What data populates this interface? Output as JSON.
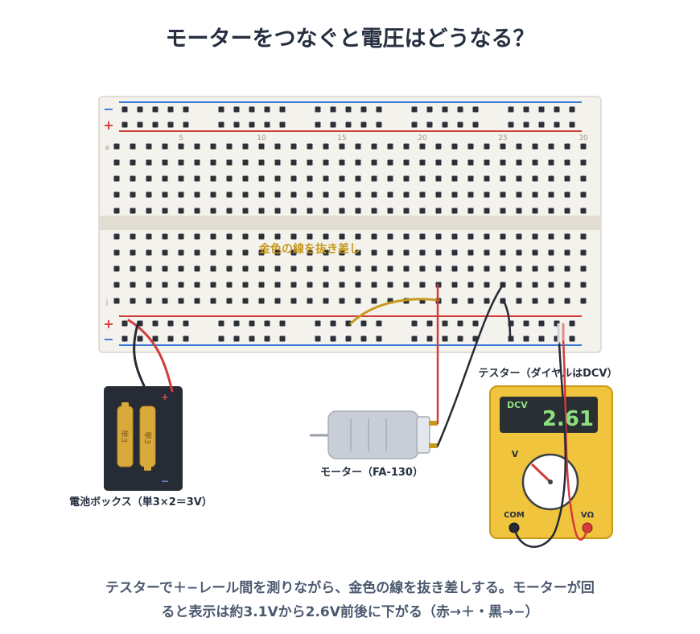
{
  "title": "モーターをつなぐと電圧はどうなる？",
  "breadboard": {
    "rail_minus": "−",
    "rail_plus": "+",
    "column_numbers": [
      "5",
      "10",
      "15",
      "20",
      "25",
      "30"
    ],
    "row_letter_top": "a",
    "row_letter_bottom": "j",
    "wire_label": "金色の線を抜き差し"
  },
  "battery_box": {
    "label": "電池ボックス（単3×2＝3V）",
    "cell_text": "単3",
    "plus_mark": "+",
    "minus_mark": "−"
  },
  "motor": {
    "label": "モーター（FA-130）"
  },
  "tester": {
    "label": "テスター（ダイヤルはDCV）",
    "mode": "DCV",
    "reading": "2.61",
    "dial_label": "V",
    "com_label": "COM",
    "vohm_label": "VΩ"
  },
  "caption": {
    "line1": "テスターで＋−レール間を測りながら、金色の線を抜き差しする。モーターが回",
    "line2": "ると表示は約3.1Vから2.6V前後に下がる（赤→＋・黒→−）"
  },
  "colors": {
    "title": "#263041",
    "caption": "#4c5a70",
    "rail_red": "#d23c3c",
    "rail_blue": "#3a78d6",
    "gold_wire": "#c79a1e",
    "battery_case": "#262b35",
    "battery_cell": "#d9a93c",
    "tester_body": "#f0c43d",
    "lcd_bg": "#2a2f33",
    "lcd_text": "#8ee07f"
  }
}
